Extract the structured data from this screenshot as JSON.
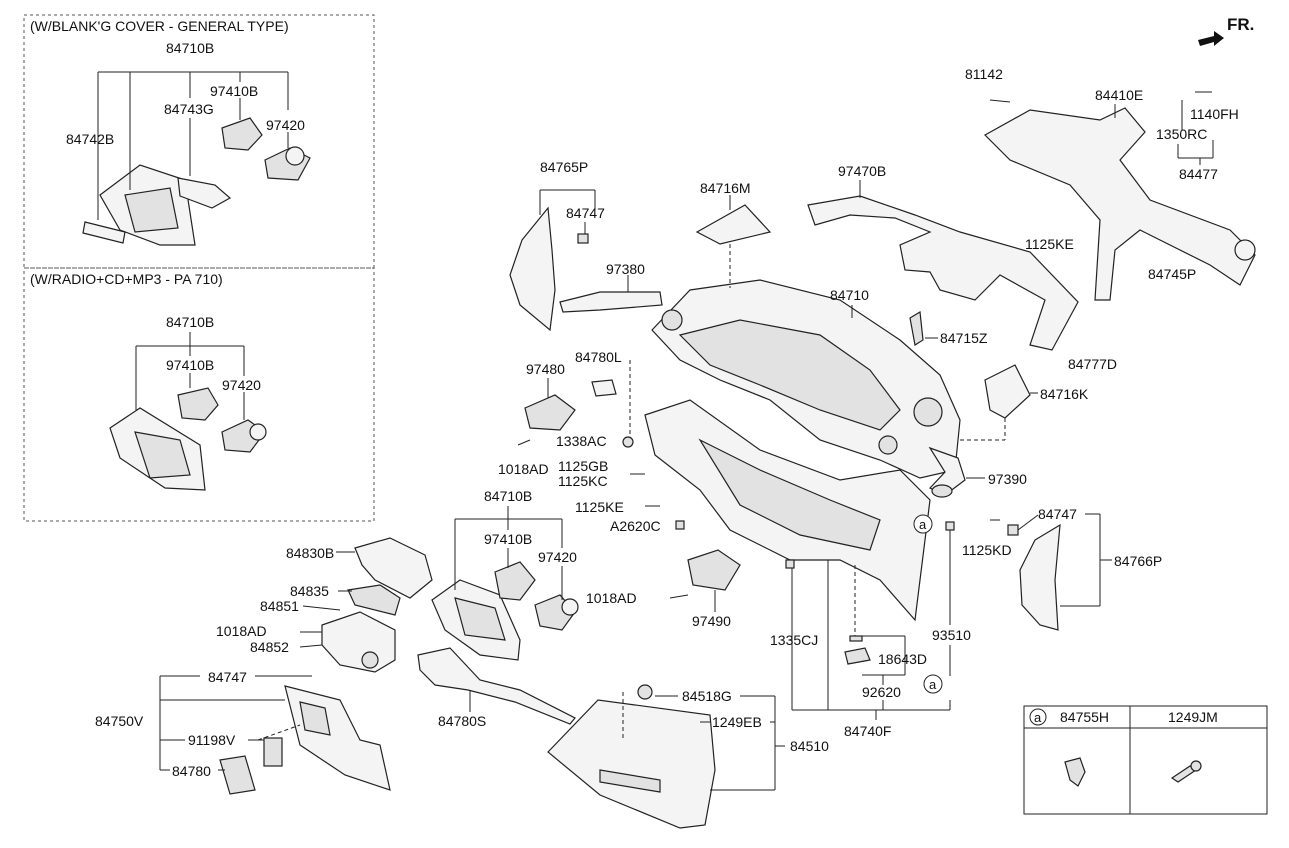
{
  "orientation": {
    "label": "FR."
  },
  "insets": {
    "general_type": {
      "title": "(W/BLANK'G COVER - GENERAL TYPE)"
    },
    "radio": {
      "title": "(W/RADIO+CD+MP3 - PA 710)"
    }
  },
  "labels": {
    "gt_84710B": "84710B",
    "gt_97410B": "97410B",
    "gt_84743G": "84743G",
    "gt_84742B": "84742B",
    "gt_97420": "97420",
    "rd_84710B": "84710B",
    "rd_97410B": "97410B",
    "rd_97420": "97420",
    "p84765P": "84765P",
    "p84747_a": "84747",
    "p84716M": "84716M",
    "p97470B": "97470B",
    "p81142": "81142",
    "p84410E": "84410E",
    "p1140FH": "1140FH",
    "p1350RC": "1350RC",
    "p84477": "84477",
    "p97380": "97380",
    "p84710": "84710",
    "p1125KE_a": "1125KE",
    "p84745P": "84745P",
    "p84715Z": "84715Z",
    "p84777D": "84777D",
    "p84716K": "84716K",
    "p97480": "97480",
    "p84780L": "84780L",
    "p1338AC": "1338AC",
    "p1018AD_a": "1018AD",
    "p1125GB": "1125GB",
    "p1125KC": "1125KC",
    "p97390": "97390",
    "p1125KE_b": "1125KE",
    "pA2620C": "A2620C",
    "p84710B_m": "84710B",
    "p97410B_m": "97410B",
    "p97420_m": "97420",
    "p84747_b": "84747",
    "p1125KD": "1125KD",
    "p84766P": "84766P",
    "p84830B": "84830B",
    "p84835": "84835",
    "p84851": "84851",
    "p1018AD_b": "1018AD",
    "p84852": "84852",
    "p1018AD_c": "1018AD",
    "p97490": "97490",
    "p1335CJ": "1335CJ",
    "p93510": "93510",
    "p18643D": "18643D",
    "p92620": "92620",
    "p84740F": "84740F",
    "p84747_c": "84747",
    "p84750V": "84750V",
    "p91198V": "91198V",
    "p84780": "84780",
    "p84780S": "84780S",
    "p84518G": "84518G",
    "p1249EB": "1249EB",
    "p84510": "84510",
    "ref_a1": "a",
    "ref_a2": "a"
  },
  "legend": {
    "key": "a",
    "col1": "84755H",
    "col2": "1249JM"
  }
}
